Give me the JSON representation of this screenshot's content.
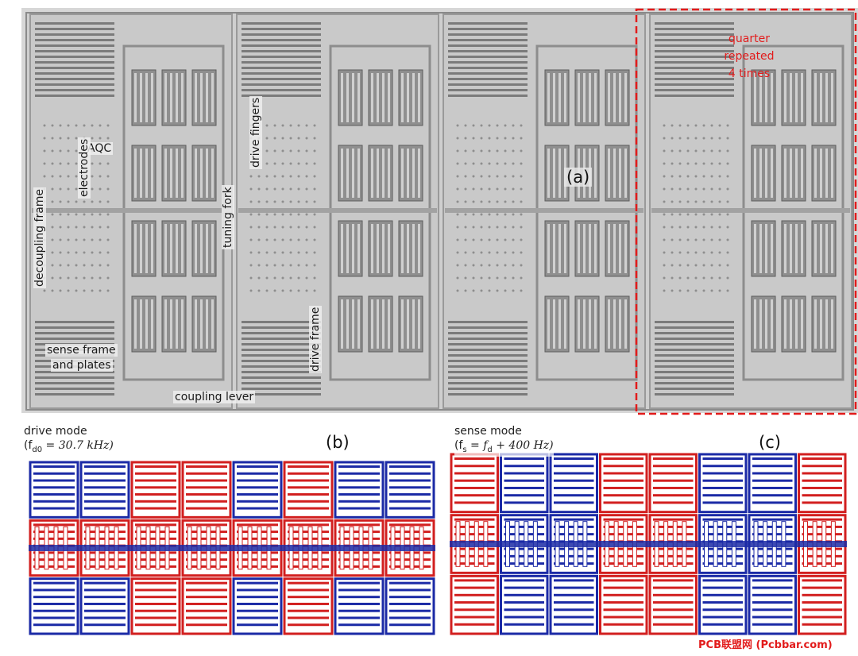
{
  "panel_a": {
    "tag": "(a)",
    "labels": {
      "decoupling_frame": "decoupling frame",
      "aqc_line1": "AQC",
      "aqc_line2": "electrodes",
      "tuning_fork": "tuning fork",
      "drive_fingers": "drive fingers",
      "drive_frame": "drive frame",
      "sense_line1": "sense frame",
      "sense_line2": "and plates",
      "coupling_lever": "coupling lever"
    },
    "quarter_note": [
      "quarter",
      "repeated",
      "4 times"
    ]
  },
  "panel_b": {
    "tag": "(b)",
    "mode_title": "drive mode",
    "mode_formula": "(f",
    "mode_sub": "d0",
    "mode_rest": " = 30.7 kHz)"
  },
  "panel_c": {
    "tag": "(c)",
    "mode_title": "sense mode",
    "mode_formula": "(f",
    "mode_sub": "s",
    "mode_rest": " = f",
    "mode_sub2": "d",
    "mode_rest2": " + 400 Hz)"
  },
  "watermark": "PCB联盟网 (Pcbbar.com)",
  "colors": {
    "red": "#d21f1f",
    "blue": "#1b2aa6",
    "highlight": "#e21b1b"
  }
}
